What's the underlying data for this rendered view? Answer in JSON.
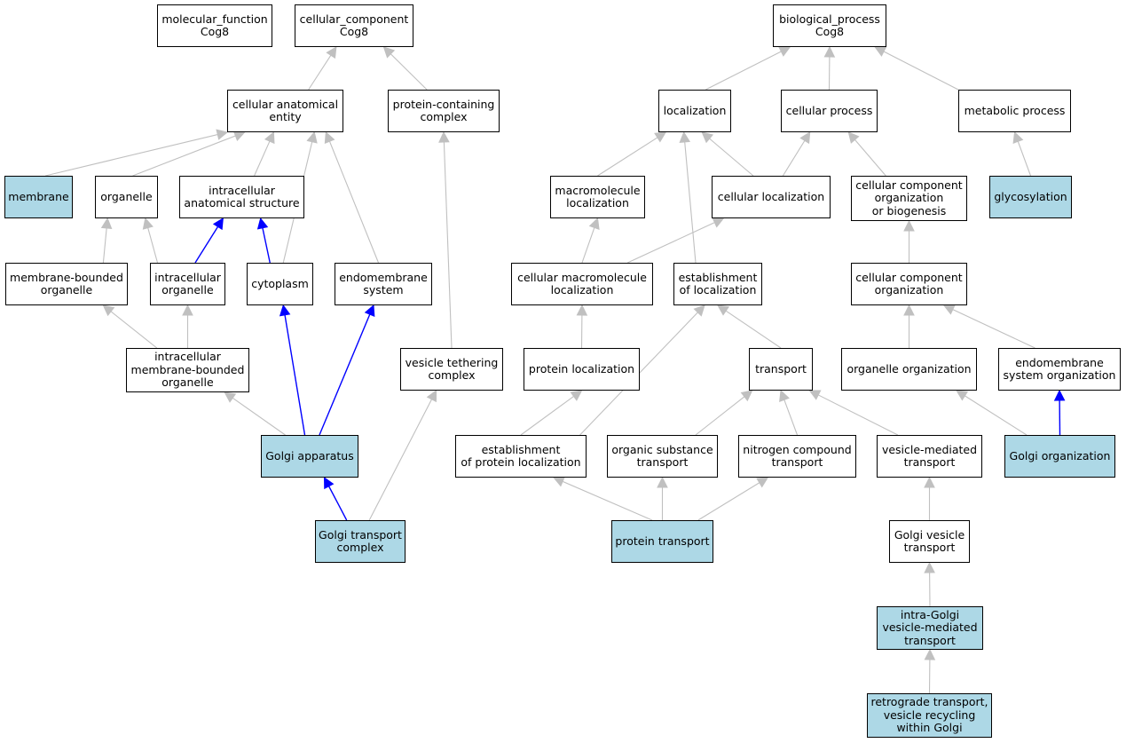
{
  "colors": {
    "highlight_fill": "#add8e6",
    "default_fill": "#ffffff",
    "edge_gray": "#c0c0c0",
    "edge_blue": "#0000ff"
  },
  "nodes": {
    "molecular_function": {
      "label": "molecular_function\nCog8",
      "highlighted": false
    },
    "cellular_component": {
      "label": "cellular_component\nCog8",
      "highlighted": false
    },
    "biological_process": {
      "label": "biological_process\nCog8",
      "highlighted": false
    },
    "cellular_anatomical_entity": {
      "label": "cellular anatomical\nentity",
      "highlighted": false
    },
    "protein_containing_complex": {
      "label": "protein-containing\ncomplex",
      "highlighted": false
    },
    "localization": {
      "label": "localization",
      "highlighted": false
    },
    "cellular_process": {
      "label": "cellular process",
      "highlighted": false
    },
    "metabolic_process": {
      "label": "metabolic process",
      "highlighted": false
    },
    "membrane": {
      "label": "membrane",
      "highlighted": true
    },
    "organelle": {
      "label": "organelle",
      "highlighted": false
    },
    "intracellular_anatomical_structure": {
      "label": "intracellular\nanatomical structure",
      "highlighted": false
    },
    "macromolecule_localization": {
      "label": "macromolecule\nlocalization",
      "highlighted": false
    },
    "cellular_localization": {
      "label": "cellular localization",
      "highlighted": false
    },
    "cellular_component_organization_or_biogenesis": {
      "label": "cellular component\norganization\nor biogenesis",
      "highlighted": false
    },
    "glycosylation": {
      "label": "glycosylation",
      "highlighted": true
    },
    "membrane_bounded_organelle": {
      "label": "membrane-bounded\norganelle",
      "highlighted": false
    },
    "intracellular_organelle": {
      "label": "intracellular\norganelle",
      "highlighted": false
    },
    "cytoplasm": {
      "label": "cytoplasm",
      "highlighted": false
    },
    "endomembrane_system": {
      "label": "endomembrane\nsystem",
      "highlighted": false
    },
    "cellular_macromolecule_localization": {
      "label": "cellular macromolecule\nlocalization",
      "highlighted": false
    },
    "establishment_of_localization": {
      "label": "establishment\nof localization",
      "highlighted": false
    },
    "cellular_component_organization": {
      "label": "cellular component\norganization",
      "highlighted": false
    },
    "intracellular_membrane_bounded_organelle": {
      "label": "intracellular\nmembrane-bounded\norganelle",
      "highlighted": false
    },
    "vesicle_tethering_complex": {
      "label": "vesicle tethering\ncomplex",
      "highlighted": false
    },
    "protein_localization": {
      "label": "protein localization",
      "highlighted": false
    },
    "transport": {
      "label": "transport",
      "highlighted": false
    },
    "organelle_organization": {
      "label": "organelle organization",
      "highlighted": false
    },
    "endomembrane_system_organization": {
      "label": "endomembrane\nsystem organization",
      "highlighted": false
    },
    "golgi_apparatus": {
      "label": "Golgi apparatus",
      "highlighted": true
    },
    "establishment_of_protein_localization": {
      "label": "establishment\nof protein localization",
      "highlighted": false
    },
    "organic_substance_transport": {
      "label": "organic substance\ntransport",
      "highlighted": false
    },
    "nitrogen_compound_transport": {
      "label": "nitrogen compound\ntransport",
      "highlighted": false
    },
    "vesicle_mediated_transport": {
      "label": "vesicle-mediated\ntransport",
      "highlighted": false
    },
    "golgi_organization": {
      "label": "Golgi organization",
      "highlighted": true
    },
    "golgi_transport_complex": {
      "label": "Golgi transport\ncomplex",
      "highlighted": true
    },
    "protein_transport": {
      "label": "protein transport",
      "highlighted": true
    },
    "golgi_vesicle_transport": {
      "label": "Golgi vesicle\ntransport",
      "highlighted": false
    },
    "intra_golgi_vesicle_mediated_transport": {
      "label": "intra-Golgi\nvesicle-mediated\ntransport",
      "highlighted": true
    },
    "retrograde_transport_vesicle_recycling_within_golgi": {
      "label": "retrograde transport,\nvesicle recycling\nwithin Golgi",
      "highlighted": true
    }
  },
  "edges": [
    {
      "from": "cellular_anatomical_entity",
      "to": "cellular_component",
      "style": "gray"
    },
    {
      "from": "protein_containing_complex",
      "to": "cellular_component",
      "style": "gray"
    },
    {
      "from": "localization",
      "to": "biological_process",
      "style": "gray"
    },
    {
      "from": "cellular_process",
      "to": "biological_process",
      "style": "gray"
    },
    {
      "from": "metabolic_process",
      "to": "biological_process",
      "style": "gray"
    },
    {
      "from": "membrane",
      "to": "cellular_anatomical_entity",
      "style": "gray"
    },
    {
      "from": "organelle",
      "to": "cellular_anatomical_entity",
      "style": "gray"
    },
    {
      "from": "intracellular_anatomical_structure",
      "to": "cellular_anatomical_entity",
      "style": "gray"
    },
    {
      "from": "cytoplasm",
      "to": "cellular_anatomical_entity",
      "style": "gray"
    },
    {
      "from": "endomembrane_system",
      "to": "cellular_anatomical_entity",
      "style": "gray"
    },
    {
      "from": "macromolecule_localization",
      "to": "localization",
      "style": "gray"
    },
    {
      "from": "cellular_localization",
      "to": "localization",
      "style": "gray"
    },
    {
      "from": "establishment_of_localization",
      "to": "localization",
      "style": "gray"
    },
    {
      "from": "cellular_localization",
      "to": "cellular_process",
      "style": "gray"
    },
    {
      "from": "cellular_component_organization_or_biogenesis",
      "to": "cellular_process",
      "style": "gray"
    },
    {
      "from": "glycosylation",
      "to": "metabolic_process",
      "style": "gray"
    },
    {
      "from": "membrane_bounded_organelle",
      "to": "organelle",
      "style": "gray"
    },
    {
      "from": "intracellular_organelle",
      "to": "organelle",
      "style": "gray"
    },
    {
      "from": "intracellular_organelle",
      "to": "intracellular_anatomical_structure",
      "style": "blue"
    },
    {
      "from": "cytoplasm",
      "to": "intracellular_anatomical_structure",
      "style": "blue"
    },
    {
      "from": "cellular_macromolecule_localization",
      "to": "macromolecule_localization",
      "style": "gray"
    },
    {
      "from": "cellular_macromolecule_localization",
      "to": "cellular_localization",
      "style": "gray"
    },
    {
      "from": "cellular_component_organization",
      "to": "cellular_component_organization_or_biogenesis",
      "style": "gray"
    },
    {
      "from": "intracellular_membrane_bounded_organelle",
      "to": "membrane_bounded_organelle",
      "style": "gray"
    },
    {
      "from": "intracellular_membrane_bounded_organelle",
      "to": "intracellular_organelle",
      "style": "gray"
    },
    {
      "from": "vesicle_tethering_complex",
      "to": "protein_containing_complex",
      "style": "gray"
    },
    {
      "from": "protein_localization",
      "to": "cellular_macromolecule_localization",
      "style": "gray"
    },
    {
      "from": "transport",
      "to": "establishment_of_localization",
      "style": "gray"
    },
    {
      "from": "organelle_organization",
      "to": "cellular_component_organization",
      "style": "gray"
    },
    {
      "from": "endomembrane_system_organization",
      "to": "cellular_component_organization",
      "style": "gray"
    },
    {
      "from": "golgi_apparatus",
      "to": "intracellular_membrane_bounded_organelle",
      "style": "gray"
    },
    {
      "from": "golgi_apparatus",
      "to": "cytoplasm",
      "style": "blue"
    },
    {
      "from": "golgi_apparatus",
      "to": "endomembrane_system",
      "style": "blue"
    },
    {
      "from": "establishment_of_protein_localization",
      "to": "protein_localization",
      "style": "gray"
    },
    {
      "from": "establishment_of_protein_localization",
      "to": "establishment_of_localization",
      "style": "gray"
    },
    {
      "from": "organic_substance_transport",
      "to": "transport",
      "style": "gray"
    },
    {
      "from": "nitrogen_compound_transport",
      "to": "transport",
      "style": "gray"
    },
    {
      "from": "vesicle_mediated_transport",
      "to": "transport",
      "style": "gray"
    },
    {
      "from": "golgi_organization",
      "to": "organelle_organization",
      "style": "gray"
    },
    {
      "from": "golgi_organization",
      "to": "endomembrane_system_organization",
      "style": "blue"
    },
    {
      "from": "golgi_transport_complex",
      "to": "golgi_apparatus",
      "style": "blue"
    },
    {
      "from": "golgi_transport_complex",
      "to": "vesicle_tethering_complex",
      "style": "gray"
    },
    {
      "from": "protein_transport",
      "to": "establishment_of_protein_localization",
      "style": "gray"
    },
    {
      "from": "protein_transport",
      "to": "organic_substance_transport",
      "style": "gray"
    },
    {
      "from": "protein_transport",
      "to": "nitrogen_compound_transport",
      "style": "gray"
    },
    {
      "from": "golgi_vesicle_transport",
      "to": "vesicle_mediated_transport",
      "style": "gray"
    },
    {
      "from": "intra_golgi_vesicle_mediated_transport",
      "to": "golgi_vesicle_transport",
      "style": "gray"
    },
    {
      "from": "retrograde_transport_vesicle_recycling_within_golgi",
      "to": "intra_golgi_vesicle_mediated_transport",
      "style": "gray"
    }
  ]
}
